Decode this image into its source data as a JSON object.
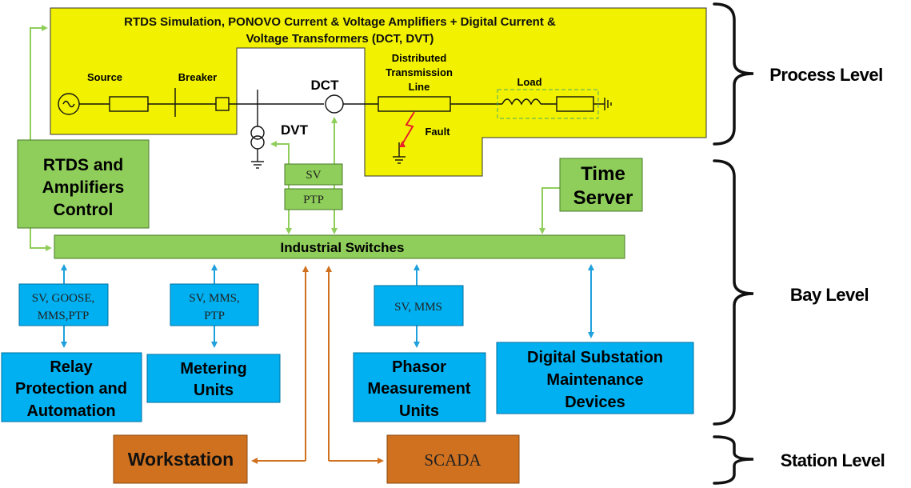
{
  "process_box": {
    "title_line1": "RTDS Simulation, PONOVO Current & Voltage Amplifiers + Digital Current &",
    "title_line2": "Voltage Transformers (DCT, DVT)",
    "source_label": "Source",
    "breaker_label": "Breaker",
    "line_label_1": "Distributed",
    "line_label_2": "Transmission",
    "line_label_3": "Line",
    "load_label": "Load",
    "fault_label": "Fault",
    "dct_label": "DCT",
    "dvt_label": "DVT"
  },
  "sv_label": "SV",
  "ptp_label": "PTP",
  "rtds_control": {
    "line1": "RTDS and",
    "line2": "Amplifiers",
    "line3": "Control"
  },
  "time_server": {
    "line1": "Time",
    "line2": "Server"
  },
  "switches_label": "Industrial Switches",
  "protocols": {
    "relay_line1": "SV, GOOSE,",
    "relay_line2": "MMS,PTP",
    "metering_line1": "SV, MMS,",
    "metering_line2": "PTP",
    "pmu_line1": "SV, MMS"
  },
  "devices": {
    "relay": [
      "Relay",
      "Protection and",
      "Automation"
    ],
    "metering": [
      "Metering",
      "Units"
    ],
    "pmu": [
      "Phasor",
      "Measurement",
      "Units"
    ],
    "maintenance": [
      "Digital Substation",
      "Maintenance",
      "Devices"
    ]
  },
  "station": {
    "workstation": "Workstation",
    "scada": "SCADA"
  },
  "levels": {
    "process": "Process Level",
    "bay": "Bay Level",
    "station": "Station Level"
  },
  "colors": {
    "yellow": "#f2f200",
    "green": "#8fce5a",
    "blue": "#00b0f0",
    "orange": "#d0711f",
    "arrow_green": "#8fce5a",
    "arrow_blue": "#1fa0dc",
    "arrow_orange": "#d0711f"
  }
}
